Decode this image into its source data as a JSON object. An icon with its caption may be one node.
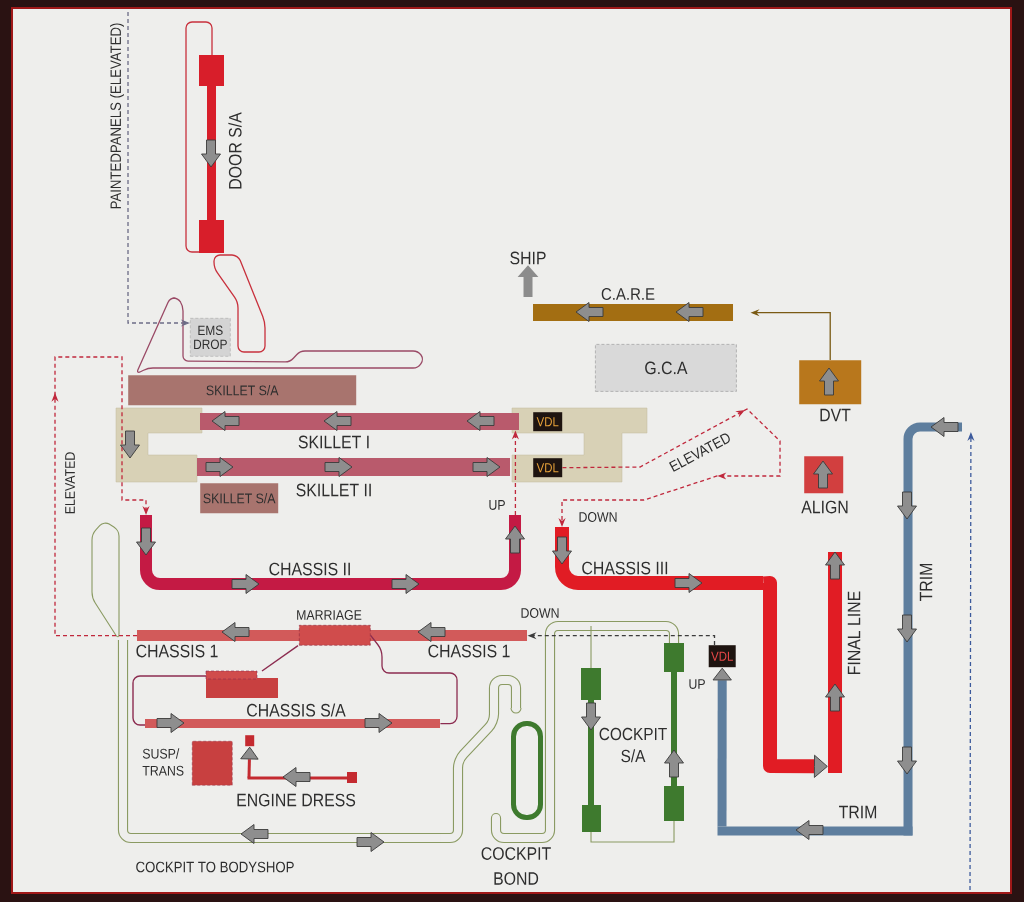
{
  "diagram": {
    "nodes": [
      {
        "text": [
          "DOOR S/A"
        ]
      },
      {
        "text": [
          "SHIP"
        ]
      },
      {
        "text": [
          "C.A.R.E"
        ]
      },
      {
        "text": [
          "EMS DROP"
        ]
      },
      {
        "text": [
          "G.C.A"
        ]
      },
      {
        "text": [
          "DVT"
        ]
      },
      {
        "text": [
          "SKILLET S/A"
        ]
      },
      {
        "text": [
          "SKILLET I"
        ]
      },
      {
        "text": [
          "VDL"
        ]
      },
      {
        "text": [
          "SKILLET II"
        ]
      },
      {
        "text": [
          "VDL"
        ]
      },
      {
        "text": [
          "ALIGN"
        ]
      },
      {
        "text": [
          "TRIM"
        ]
      },
      {
        "text": [
          "SKILLET S/A"
        ]
      },
      {
        "text": [
          "CHASSIS II"
        ]
      },
      {
        "text": [
          "CHASSIS III"
        ]
      },
      {
        "text": [
          "FINAL LINE"
        ]
      },
      {
        "text": [
          "MARRIAGE"
        ]
      },
      {
        "text": [
          "CHASSIS 1",
          "CHASSIS 1"
        ]
      },
      {
        "text": [
          "CHASSIS S/A"
        ]
      },
      {
        "text": [
          "VDL"
        ],
        "beside": [
          "UP"
        ]
      },
      {
        "text": [],
        "shape": "box"
      },
      {
        "text": [
          "SUSP/ TRANS"
        ]
      },
      {
        "text": [
          "COCKPIT S/A"
        ]
      },
      {
        "text": [
          "ENGINE DRESS"
        ]
      },
      {
        "text": [
          "TRIM"
        ]
      },
      {
        "text": [
          "COCKPIT BOND"
        ]
      },
      {
        "text": [
          "COCKPIT TO BODYSHOP"
        ]
      }
    ],
    "edges": [
      {
        "from": 2,
        "to": 1,
        "arrow": "to",
        "style": "thick",
        "color": "#8c8c8c"
      },
      {
        "from": 5,
        "to": 2,
        "arrow": "to",
        "color": "#7a5a14"
      },
      {
        "from": 18,
        "to": 14,
        "arrow": "to",
        "label": "ELEVATED",
        "style": "dashed",
        "color": "#c0283c"
      },
      {
        "from": 14,
        "to": 7,
        "arrow": "to",
        "label": "UP",
        "style": "dashed",
        "color": "#c0283c"
      },
      {
        "from": 10,
        "to": 15,
        "arrow": "to",
        "label": "ELEVATED",
        "style": "dashed",
        "color": "#c0283c"
      },
      {
        "from": null,
        "to": 3,
        "arrow": "to",
        "label": "PAINTEDPANELS (ELEVATED)",
        "style": "dashed",
        "color": "#6c6c86"
      },
      {
        "from": 20,
        "to": 18,
        "arrow": "to",
        "label": "DOWN",
        "style": "dashed",
        "color": "#3c3c3c"
      },
      {
        "from": null,
        "to": 12,
        "arrow": "to",
        "style": "dashed",
        "color": "#3c5a9c"
      },
      {
        "from": 19,
        "to": 17,
        "arrow": "none",
        "color": "#8c2c50"
      },
      {
        "from": 19,
        "to": 17,
        "arrow": "none",
        "color": "#8c2c50"
      },
      {
        "from": 15,
        "to": 16,
        "arrow": "to",
        "style": "thick",
        "color": "#e11c24"
      },
      {
        "from": 25,
        "to": 20,
        "arrow": "to",
        "style": "thick",
        "color": "#5e7e9e"
      },
      {
        "from": 24,
        "to": 21,
        "arrow": "to",
        "style": "thick",
        "color": "#c42a30"
      }
    ],
    "labels": [
      "DOWN"
    ]
  }
}
